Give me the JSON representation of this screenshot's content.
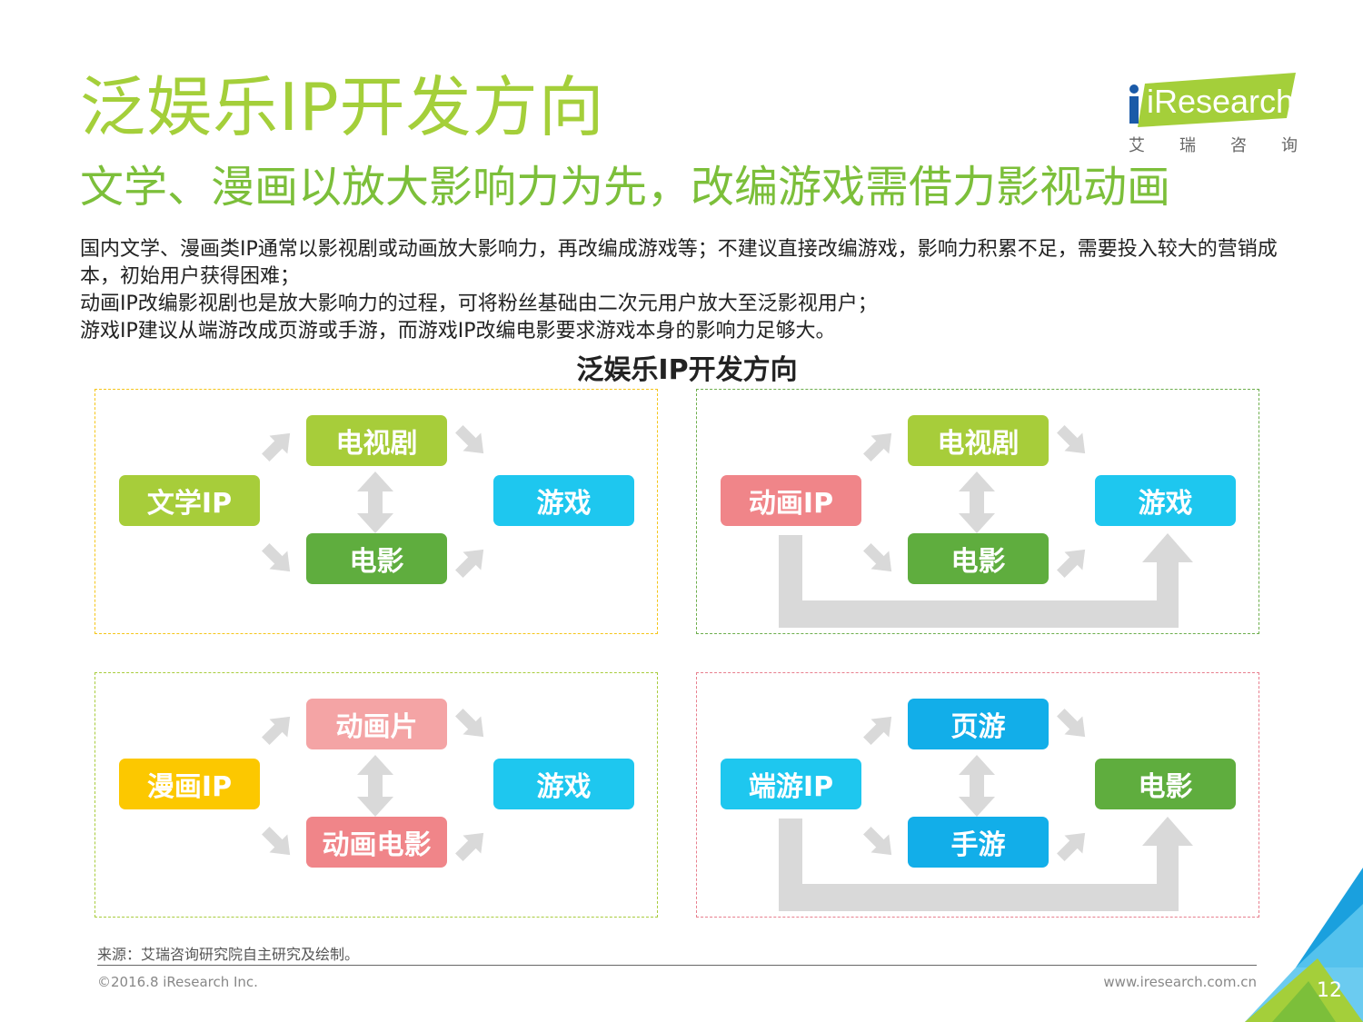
{
  "header": {
    "title": "泛娱乐IP开发方向",
    "subtitle": "文学、漫画以放大影响力为先，改编游戏需借力影视动画",
    "paragraphs": [
      "国内文学、漫画类IP通常以影视剧或动画放大影响力，再改编成游戏等；不建议直接改编游戏，影响力积累不足，需要投入较大的营销成本，初始用户获得困难；",
      "动画IP改编影视剧也是放大影响力的过程，可将粉丝基础由二次元用户放大至泛影视用户；",
      "游戏IP建议从端游改成页游或手游，而游戏IP改编电影要求游戏本身的影响力足够大。"
    ]
  },
  "logo": {
    "brand": "iResearch",
    "chinese_chars": [
      "艾",
      "瑞",
      "咨",
      "询"
    ]
  },
  "diagram": {
    "title": "泛娱乐IP开发方向",
    "panels": [
      {
        "source": "文学IP",
        "top": "电视剧",
        "bottom": "电影",
        "target": "游戏",
        "direct_path": false
      },
      {
        "source": "动画IP",
        "top": "电视剧",
        "bottom": "电影",
        "target": "游戏",
        "direct_path": true
      },
      {
        "source": "漫画IP",
        "top": "动画片",
        "bottom": "动画电影",
        "target": "游戏",
        "direct_path": false
      },
      {
        "source": "端游IP",
        "top": "页游",
        "bottom": "手游",
        "target": "电影",
        "direct_path": true
      }
    ]
  },
  "footer": {
    "source": "来源：艾瑞咨询研究院自主研究及绘制。",
    "copyright": "©2016.8 iResearch Inc.",
    "website": "www.iresearch.com.cn",
    "page_number": "12"
  },
  "colors": {
    "title_green": "#a4cf3a",
    "subtitle_green": "#7cbf3a",
    "lime": "#a7cd3a",
    "green": "#5fad3e",
    "cyan": "#1ec7ef",
    "blue": "#12aee9",
    "pink": "#f08589",
    "light_pink": "#f4a4a5",
    "yellow": "#fcc800",
    "arrow_gray": "#d9d9d9",
    "border_yellow": "#f5c518",
    "border_green": "#6dae4c",
    "border_lime": "#a8cc3c",
    "border_pink": "#e87f8e"
  }
}
